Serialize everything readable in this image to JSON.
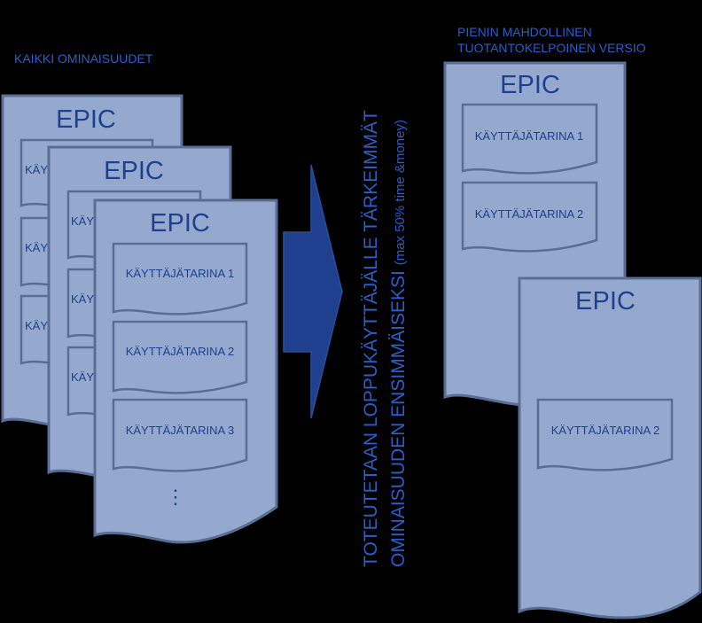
{
  "left": {
    "caption": "KAIKKI OMINAISUUDET",
    "epic_title": "EPIC",
    "back_story_fragment": "KÄY",
    "front_stories": [
      "KÄYTTÄJÄTARINA 1",
      "KÄYTTÄJÄTARINA 2",
      "KÄYTTÄJÄTARINA 3"
    ],
    "ellipsis": "⋮"
  },
  "arrow": {
    "line1": "TOTEUTETAAN LOPPUKÄYTTÄJÄLLE TÄRKEIMMÄT",
    "line2_main": "OMINAISUUDEN ENSIMMÄISEKSI ",
    "line2_note": "(max 50% time &money)",
    "color": "#1F3F8F"
  },
  "right": {
    "caption_line1": "PIENIN MAHDOLLINEN",
    "caption_line2": "TUOTANTOKELPOINEN VERSIO",
    "epic1": {
      "title": "EPIC",
      "stories": [
        "KÄYTTÄJÄTARINA 1",
        "KÄYTTÄJÄTARINA 2"
      ]
    },
    "epic2": {
      "title": "EPIC",
      "stories": [
        "KÄYTTÄJÄTARINA 2"
      ]
    }
  },
  "colors": {
    "doc_fill": "#95A8CE",
    "doc_stroke": "#5A6E95",
    "text": "#1F3F8F",
    "caption": "#2A5EC8",
    "background": "#000000"
  }
}
